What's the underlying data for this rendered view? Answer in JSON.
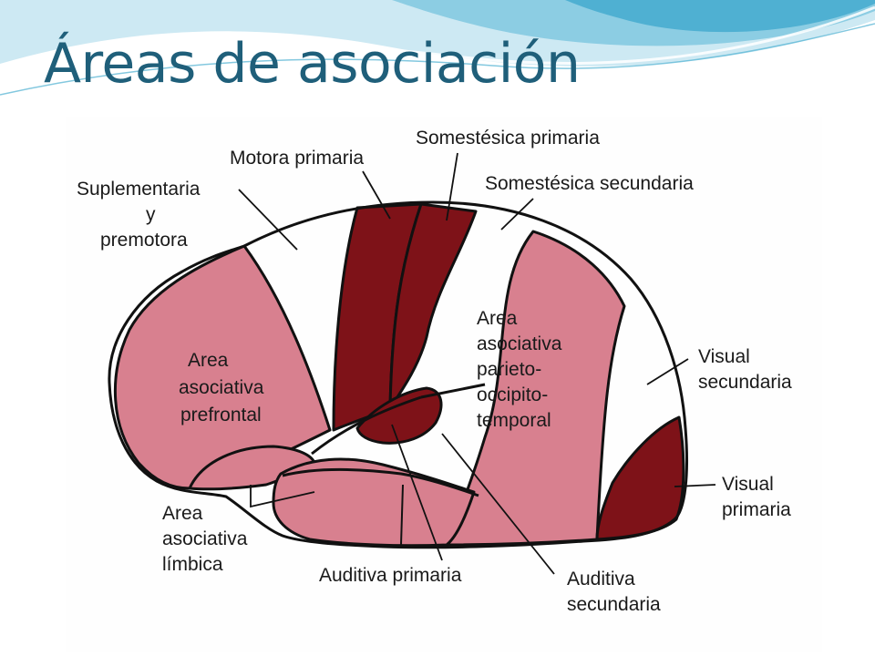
{
  "slide": {
    "title": "Áreas de asociación"
  },
  "colors": {
    "title": "#1f5f7a",
    "wave_light": "#cde9f3",
    "wave_mid": "#8ccde3",
    "wave_dark": "#4fb0d2",
    "region_pink": "#d8808f",
    "region_dark": "#7e1218",
    "outline": "#111111",
    "label": "#1a1a1a"
  },
  "labels": {
    "motora_primaria": "Motora primaria",
    "somestesica_primaria": "Somestésica primaria",
    "somestesica_secundaria": "Somestésica secundaria",
    "suplementaria_1": "Suplementaria",
    "suplementaria_2": "y",
    "suplementaria_3": "premotora",
    "prefrontal_1": "Area",
    "prefrontal_2": "asociativa",
    "prefrontal_3": "prefrontal",
    "parieto_1": "Area",
    "parieto_2": "asociativa",
    "parieto_3": "parieto-",
    "parieto_4": "occipito-",
    "parieto_5": "temporal",
    "visual_secundaria_1": "Visual",
    "visual_secundaria_2": "secundaria",
    "visual_primaria_1": "Visual",
    "visual_primaria_2": "primaria",
    "limbica_1": "Area",
    "limbica_2": "asociativa",
    "limbica_3": "límbica",
    "auditiva_primaria": "Auditiva primaria",
    "auditiva_secundaria_1": "Auditiva",
    "auditiva_secundaria_2": "secundaria"
  }
}
